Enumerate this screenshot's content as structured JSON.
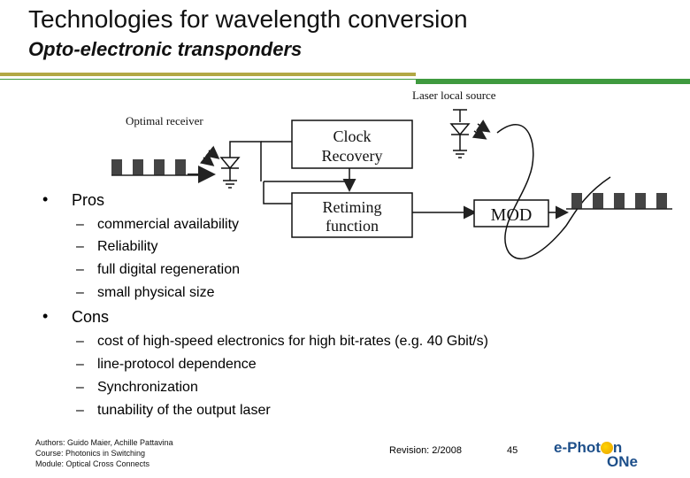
{
  "header": {
    "title": "Technologies for wavelength conversion",
    "subtitle": "Opto-electronic transponders"
  },
  "diagram": {
    "laser_label": "Laser local source",
    "receiver_label": "Optimal receiver",
    "clock_line1": "Clock",
    "clock_line2": "Recovery",
    "retiming_line1": "Retiming",
    "retiming_line2": "function",
    "mod_label": "MOD"
  },
  "pros": {
    "heading": "Pros",
    "items": [
      "commercial availability",
      "Reliability",
      "full digital regeneration",
      "small physical size"
    ]
  },
  "cons": {
    "heading": "Cons",
    "items": [
      "cost of high-speed electronics for high bit-rates (e.g. 40 Gbit/s)",
      "line-protocol dependence",
      "Synchronization",
      "tunability of the output laser"
    ]
  },
  "footer": {
    "authors": "Authors: Guido Maier, Achille Pattavina",
    "course": "Course: Photonics in Switching",
    "module": "Module: Optical Cross Connects",
    "revision": "Revision: 2/2008",
    "page": "45",
    "logo_top": "e-Phot",
    "logo_n": "n",
    "logo_bottom": "ONe"
  },
  "colors": {
    "olive_rule": "#b2a845",
    "green_rule": "#3f9a3f",
    "logo_blue": "#1d4f8a",
    "logo_orb": "#f2b800"
  }
}
